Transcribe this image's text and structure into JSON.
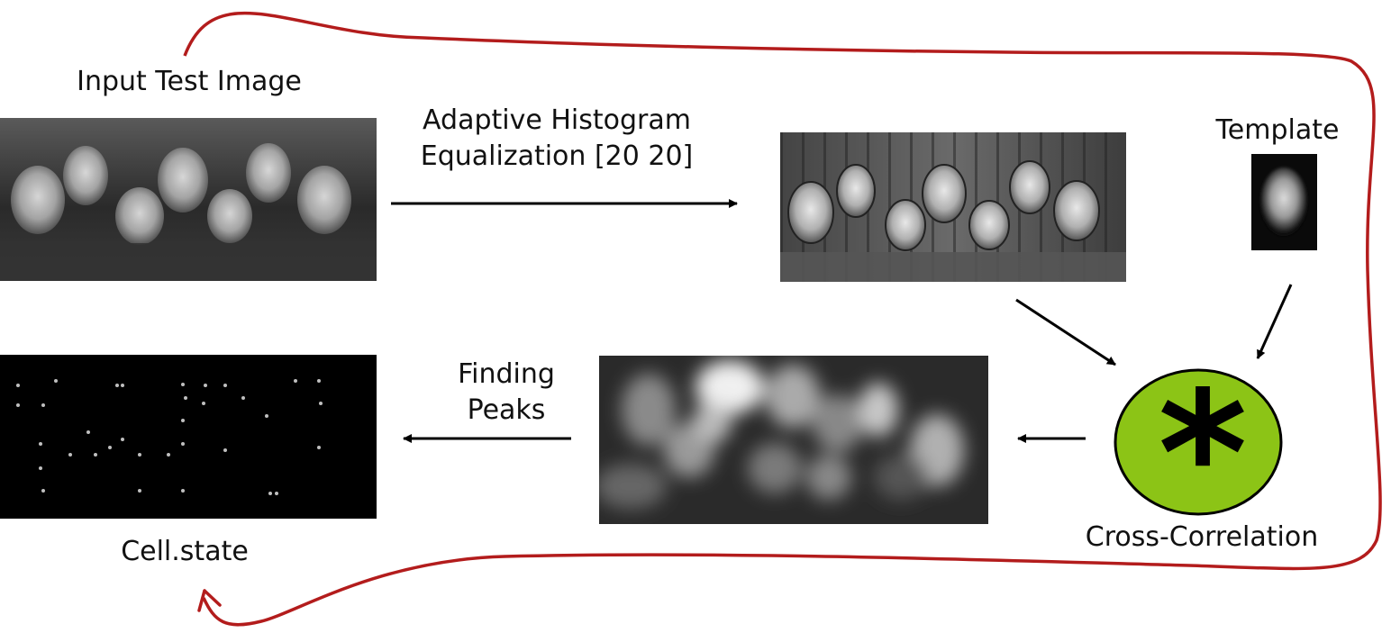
{
  "labels": {
    "input": "Input Test Image",
    "adaptive_line1": "Adaptive Histogram",
    "adaptive_line2": "Equalization [20 20]",
    "template": "Template",
    "finding_line1": "Finding",
    "finding_line2": "Peaks",
    "cross": "Cross-Correlation",
    "cell": "Cell.state"
  },
  "symbols": {
    "convolution": "*"
  },
  "colors": {
    "loop_arrow": "#b31c1c",
    "ellipse_fill": "#8cc416",
    "arrow": "#000000",
    "peak_background": "#000000",
    "peak_dot": "#bfbfbf"
  },
  "peak_count": 34
}
